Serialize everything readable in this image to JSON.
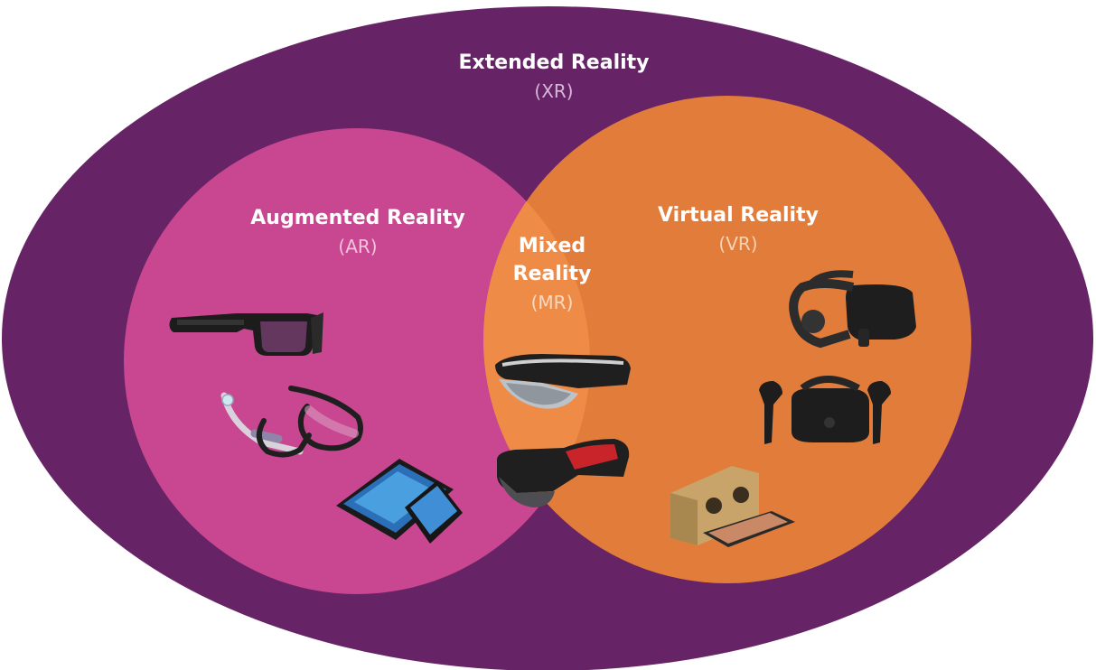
{
  "diagram": {
    "outer": {
      "title": "Extended Reality",
      "abbr": "(XR)",
      "color": "#662366",
      "abbr_color": "#d6b7d8"
    },
    "ar": {
      "title": "Augmented Reality",
      "abbr": "(AR)",
      "color": "#c94690",
      "abbr_color": "#f2c4dd"
    },
    "vr": {
      "title": "Virtual Reality",
      "abbr": "(VR)",
      "color": "#e27c3a",
      "abbr_color": "#f9d2b6"
    },
    "mr": {
      "title_line1": "Mixed",
      "title_line2": "Reality",
      "abbr": "(MR)",
      "color": "#ee8c47",
      "abbr_color": "#fbd9c1"
    },
    "devices": {
      "ar": [
        "smart-glasses-black",
        "smart-glasses-clear",
        "tablet-and-phone"
      ],
      "mr": [
        "hololens-headset",
        "meta-headset"
      ],
      "vr": [
        "oculus-rift-headset",
        "htc-vive-kit",
        "cardboard-viewer"
      ]
    }
  }
}
